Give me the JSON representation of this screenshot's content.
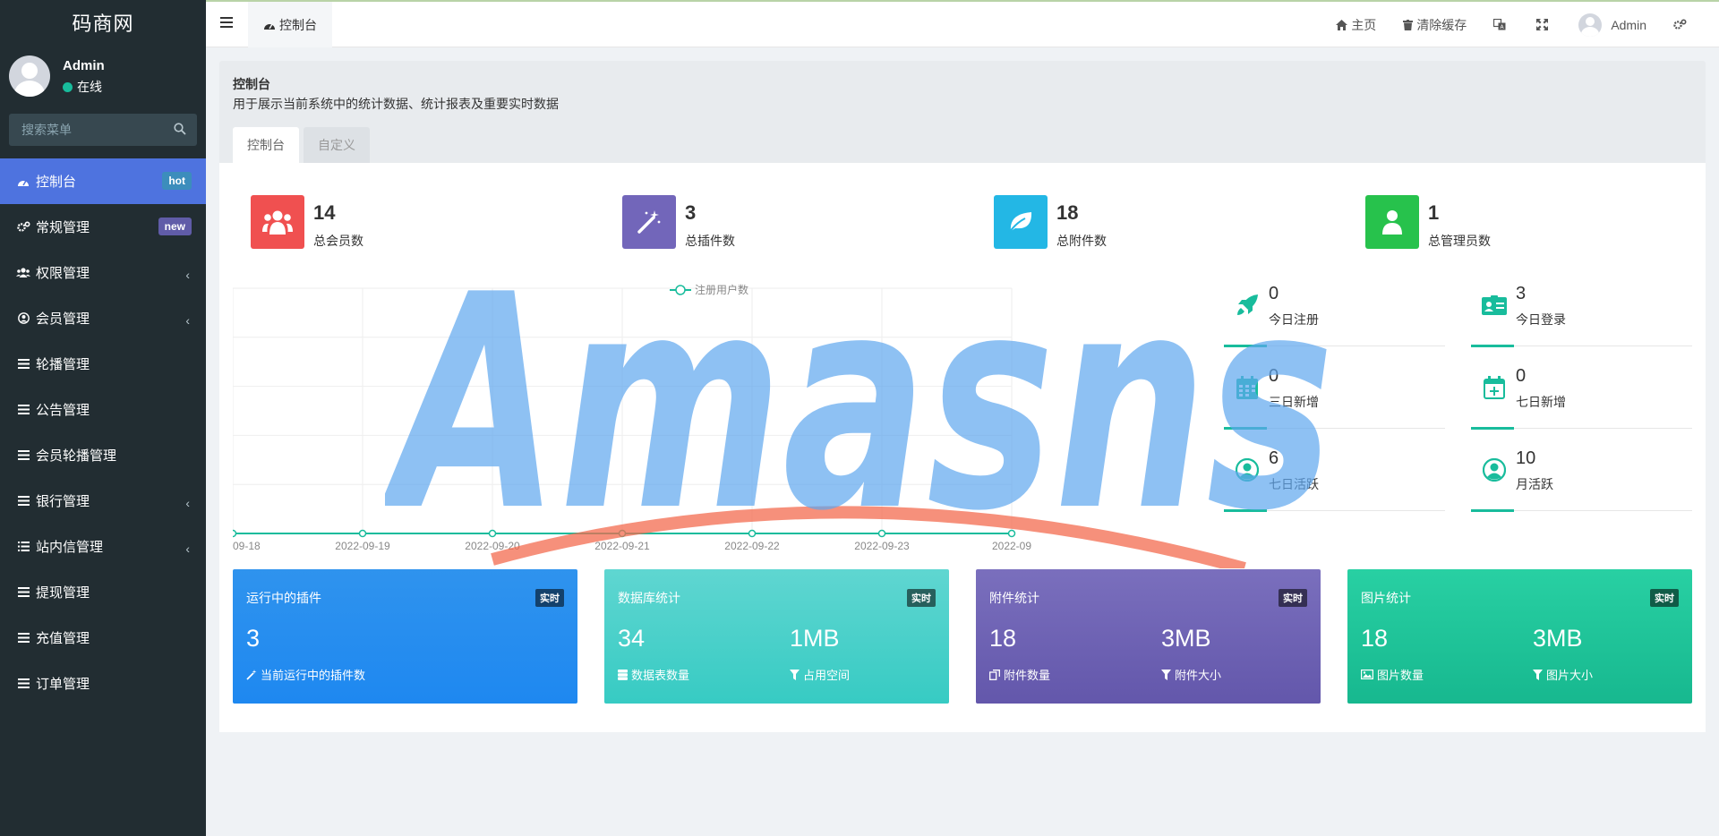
{
  "sidebar": {
    "logo": "码商网",
    "user": {
      "name": "Admin",
      "status": "在线"
    },
    "search_placeholder": "搜索菜单",
    "items": [
      {
        "label": "控制台",
        "badge": "hot"
      },
      {
        "label": "常规管理",
        "badge": "new"
      },
      {
        "label": "权限管理",
        "chevron": "‹"
      },
      {
        "label": "会员管理",
        "chevron": "‹"
      },
      {
        "label": "轮播管理"
      },
      {
        "label": "公告管理"
      },
      {
        "label": "会员轮播管理"
      },
      {
        "label": "银行管理",
        "chevron": "‹"
      },
      {
        "label": "站内信管理",
        "chevron": "‹"
      },
      {
        "label": "提现管理"
      },
      {
        "label": "充值管理"
      },
      {
        "label": "订单管理"
      }
    ]
  },
  "topbar": {
    "tab_label": "控制台",
    "home": "主页",
    "clear_cache": "清除缓存",
    "admin": "Admin"
  },
  "page": {
    "title": "控制台",
    "description": "用于展示当前系统中的统计数据、统计报表及重要实时数据",
    "tabs": [
      "控制台",
      "自定义"
    ]
  },
  "stats": [
    {
      "value": "14",
      "label": "总会员数",
      "color": "#f05050"
    },
    {
      "value": "3",
      "label": "总插件数",
      "color": "#7266ba"
    },
    {
      "value": "18",
      "label": "总附件数",
      "color": "#23b7e5"
    },
    {
      "value": "1",
      "label": "总管理员数",
      "color": "#27c24c"
    }
  ],
  "mini_stats": [
    {
      "value": "0",
      "label": "今日注册",
      "icon": "rocket-icon"
    },
    {
      "value": "3",
      "label": "今日登录",
      "icon": "id-card-icon"
    },
    {
      "value": "0",
      "label": "三日新增",
      "icon": "calendar-icon"
    },
    {
      "value": "0",
      "label": "七日新增",
      "icon": "calendar-plus-icon"
    },
    {
      "value": "6",
      "label": "七日活跃",
      "icon": "user-circle-icon"
    },
    {
      "value": "10",
      "label": "月活跃",
      "icon": "user-circle-icon"
    }
  ],
  "cards": [
    {
      "title": "运行中的插件",
      "badge": "实时",
      "items": [
        {
          "value": "3",
          "label": "当前运行中的插件数"
        }
      ]
    },
    {
      "title": "数据库统计",
      "badge": "实时",
      "items": [
        {
          "value": "34",
          "label": "数据表数量"
        },
        {
          "value": "1MB",
          "label": "占用空间"
        }
      ]
    },
    {
      "title": "附件统计",
      "badge": "实时",
      "items": [
        {
          "value": "18",
          "label": "附件数量"
        },
        {
          "value": "3MB",
          "label": "附件大小"
        }
      ]
    },
    {
      "title": "图片统计",
      "badge": "实时",
      "items": [
        {
          "value": "18",
          "label": "图片数量"
        },
        {
          "value": "3MB",
          "label": "图片大小"
        }
      ]
    }
  ],
  "chart_data": {
    "type": "line",
    "series": [
      {
        "name": "注册用户数",
        "values": [
          0,
          0,
          0,
          0,
          0,
          0,
          0
        ]
      }
    ],
    "x": [
      "09-18",
      "2022-09-19",
      "2022-09-20",
      "2022-09-21",
      "2022-09-22",
      "2022-09-23",
      "2022-09"
    ],
    "legend": "top-center",
    "grid": true,
    "color": "#18bc9c"
  },
  "watermark": "Amasns"
}
